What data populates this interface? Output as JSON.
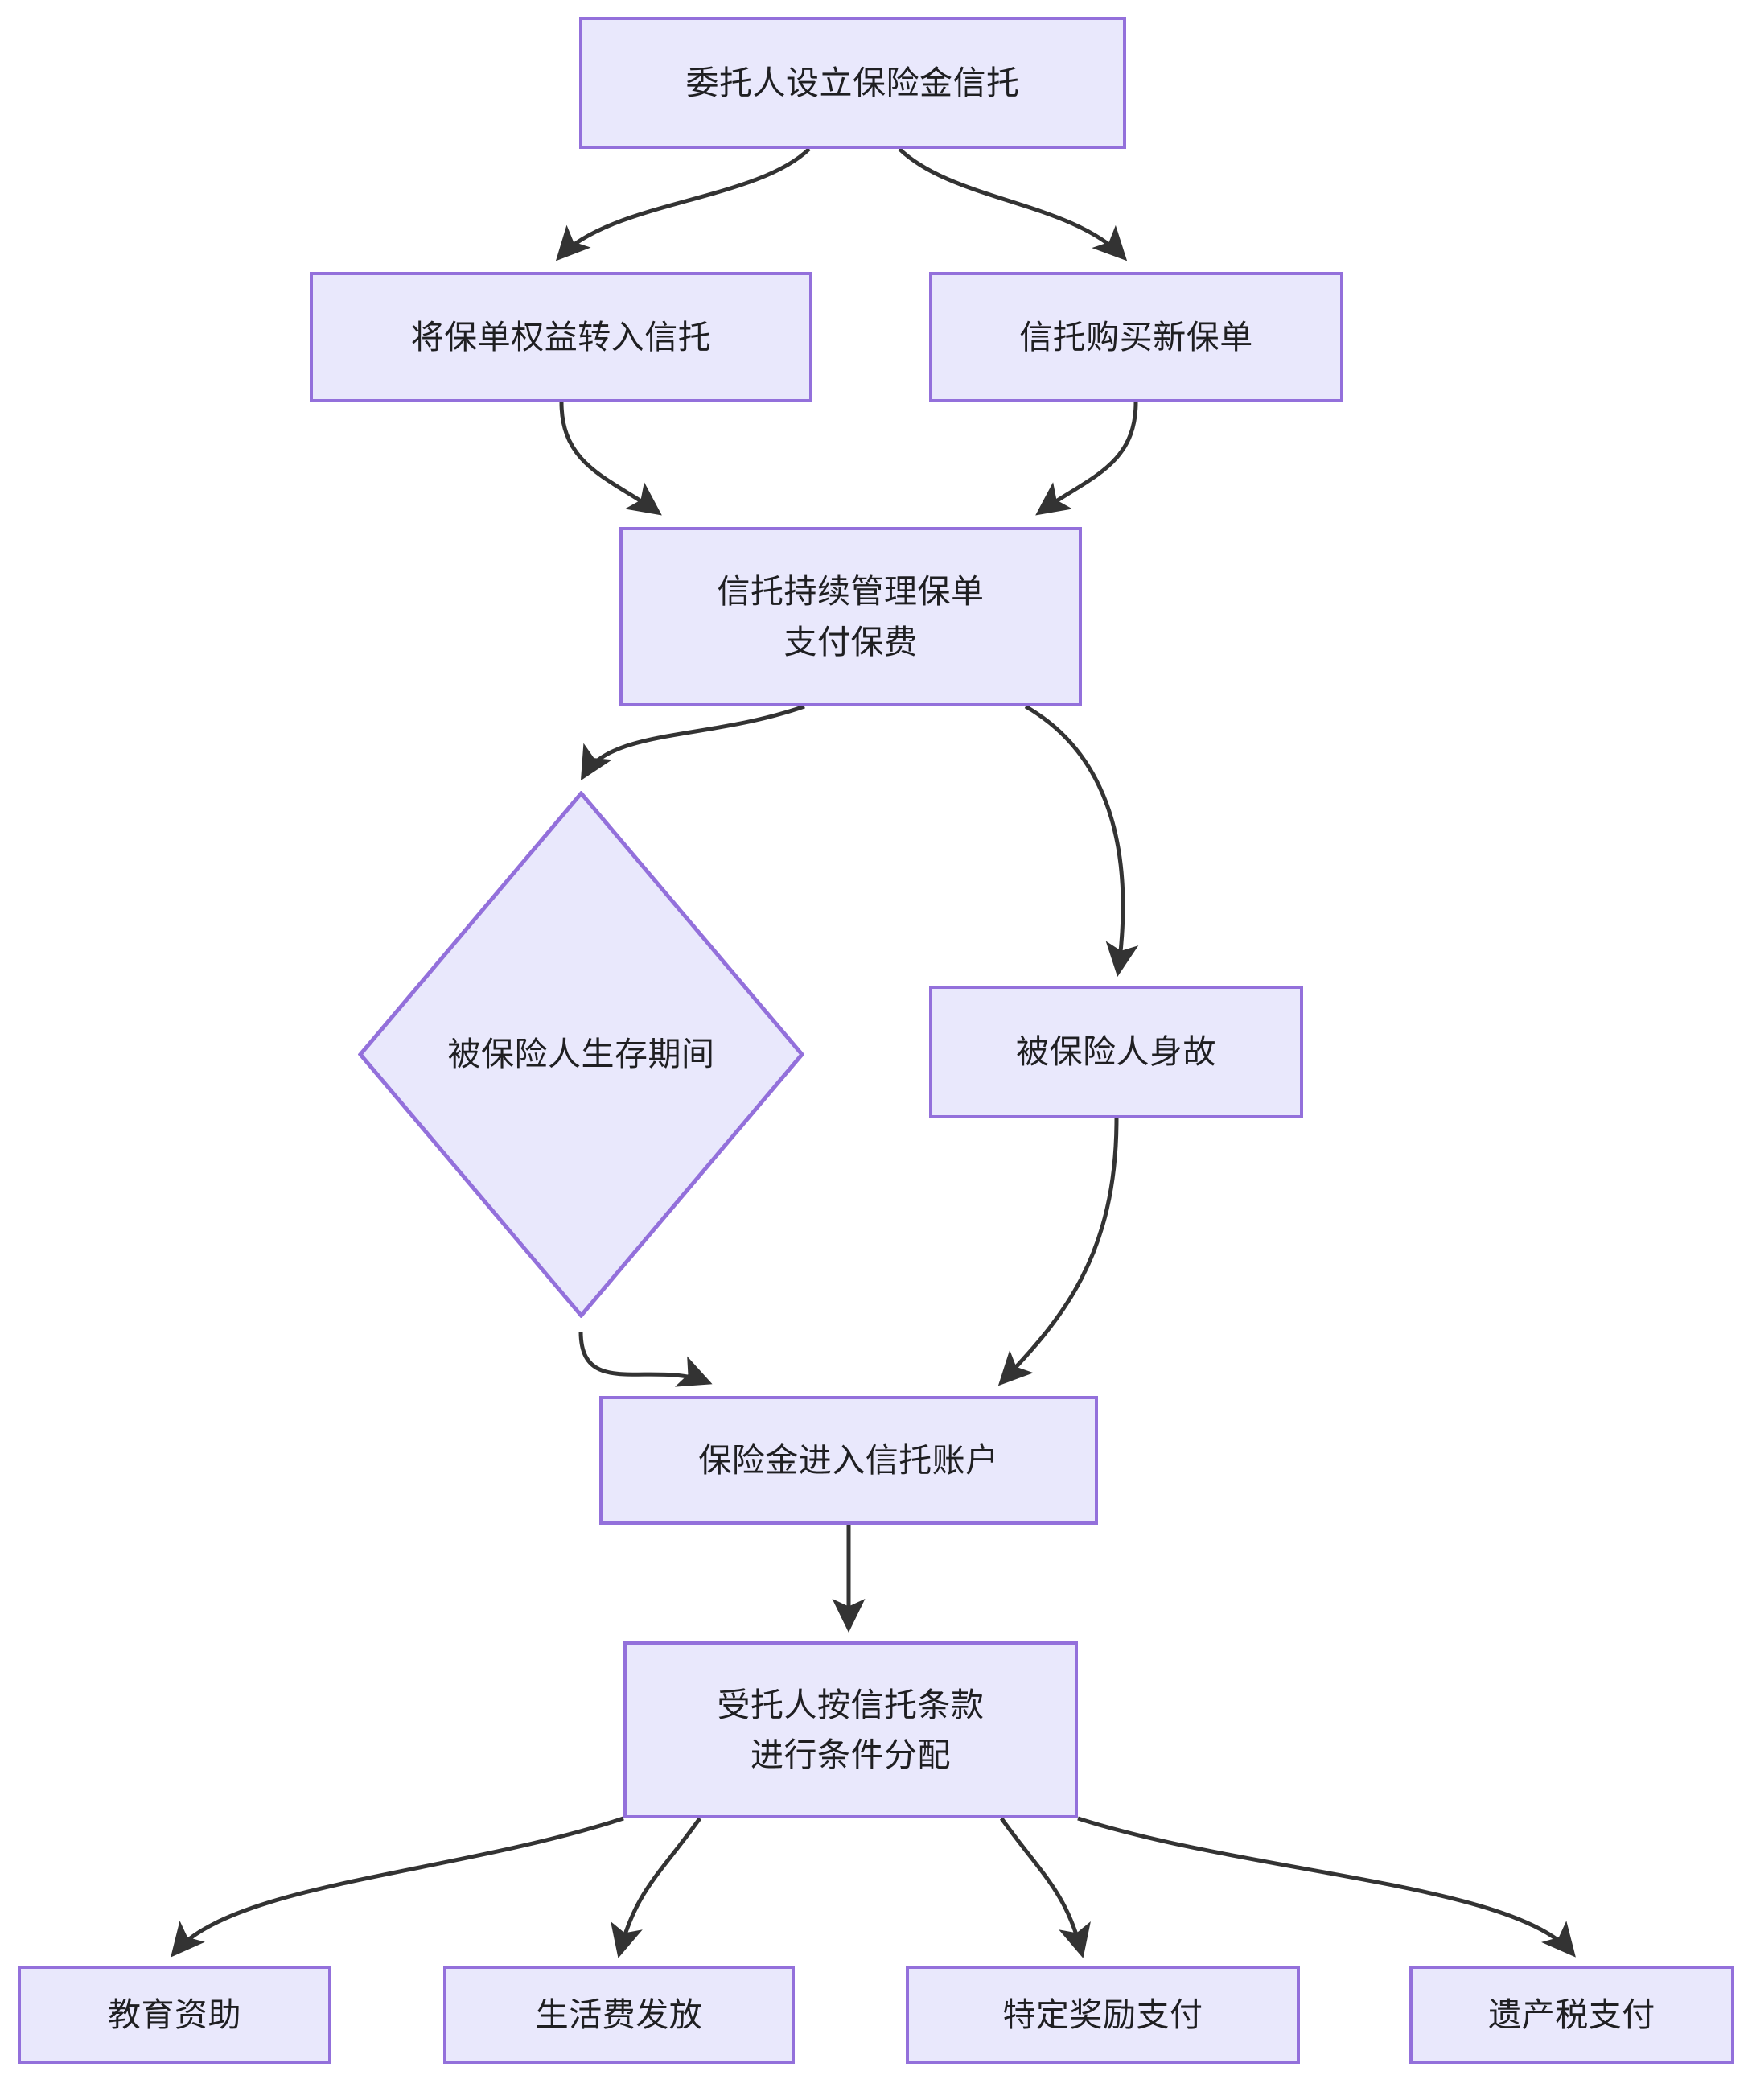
{
  "diagram": {
    "type": "flowchart",
    "direction": "top-down",
    "title_text": "",
    "colors": {
      "node_fill": "#e9e8fc",
      "node_border": "#9370db",
      "edge_stroke": "#333333",
      "text": "#1f1f22",
      "background": "#ffffff"
    },
    "nodes": [
      {
        "id": "n1",
        "shape": "rect",
        "label": "委托人设立保险金信托"
      },
      {
        "id": "n2",
        "shape": "rect",
        "label": "将保单权益转入信托"
      },
      {
        "id": "n3",
        "shape": "rect",
        "label": "信托购买新保单"
      },
      {
        "id": "n4",
        "shape": "rect",
        "label": "信托持续管理保单\n支付保费"
      },
      {
        "id": "n5",
        "shape": "diamond",
        "label": "被保险人生存期间"
      },
      {
        "id": "n6",
        "shape": "rect",
        "label": "被保险人身故"
      },
      {
        "id": "n7",
        "shape": "rect",
        "label": "保险金进入信托账户"
      },
      {
        "id": "n8",
        "shape": "rect",
        "label": "受托人按信托条款\n进行条件分配"
      },
      {
        "id": "n9",
        "shape": "rect",
        "label": "教育资助"
      },
      {
        "id": "n10",
        "shape": "rect",
        "label": "生活费发放"
      },
      {
        "id": "n11",
        "shape": "rect",
        "label": "特定奖励支付"
      },
      {
        "id": "n12",
        "shape": "rect",
        "label": "遗产税支付"
      }
    ],
    "edges": [
      {
        "from": "n1",
        "to": "n2",
        "label": ""
      },
      {
        "from": "n1",
        "to": "n3",
        "label": ""
      },
      {
        "from": "n2",
        "to": "n4",
        "label": ""
      },
      {
        "from": "n3",
        "to": "n4",
        "label": ""
      },
      {
        "from": "n4",
        "to": "n5",
        "label": ""
      },
      {
        "from": "n4",
        "to": "n6",
        "label": ""
      },
      {
        "from": "n5",
        "to": "n7",
        "label": ""
      },
      {
        "from": "n6",
        "to": "n7",
        "label": ""
      },
      {
        "from": "n7",
        "to": "n8",
        "label": ""
      },
      {
        "from": "n8",
        "to": "n9",
        "label": ""
      },
      {
        "from": "n8",
        "to": "n10",
        "label": ""
      },
      {
        "from": "n8",
        "to": "n11",
        "label": ""
      },
      {
        "from": "n8",
        "to": "n12",
        "label": ""
      }
    ]
  }
}
